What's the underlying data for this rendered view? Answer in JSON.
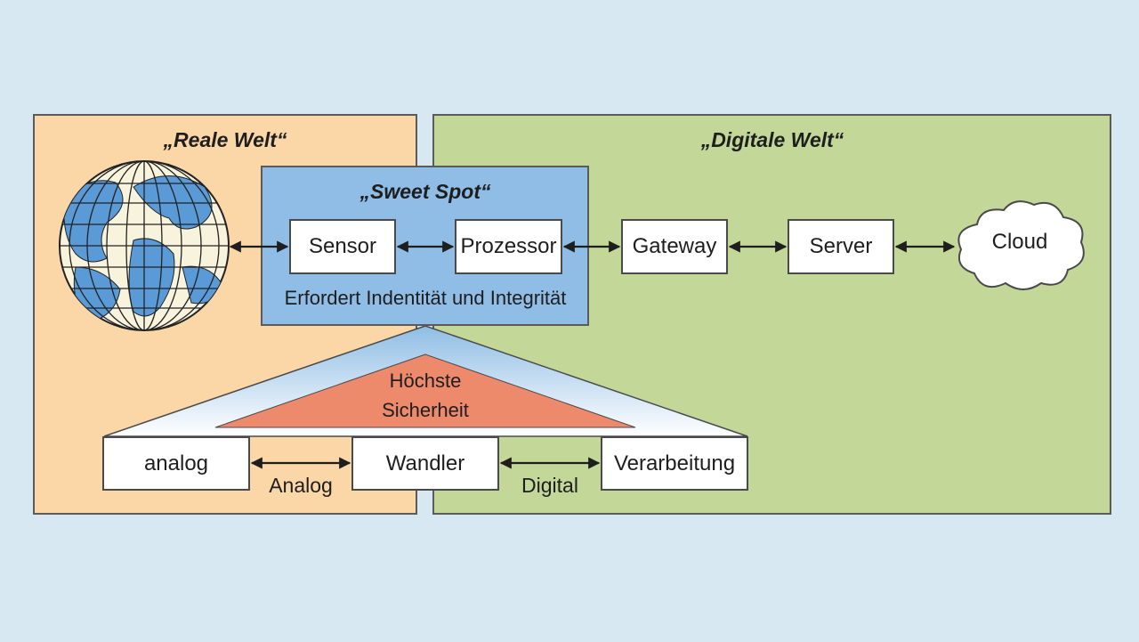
{
  "zones": {
    "real_world": "„Reale Welt“",
    "digital_world": "„Digitale Welt“",
    "sweet_spot": "„Sweet Spot“",
    "sweet_spot_caption": "Erfordert Indentität und Integrität"
  },
  "boxes": {
    "sensor": "Sensor",
    "processor": "Prozessor",
    "gateway": "Gateway",
    "server": "Server",
    "cloud": "Cloud",
    "analog": "analog",
    "converter": "Wandler",
    "processing": "Verarbeitung"
  },
  "triangle": {
    "line1": "Höchste",
    "line2": "Sicherheit"
  },
  "arrow_labels": {
    "analog": "Analog",
    "digital": "Digital"
  },
  "colors": {
    "real_world": "#fbd6a6",
    "digital_world": "#c3d898",
    "sweet_spot": "#8fbde5",
    "security": "#ee8a6c",
    "background": "#d7e8f3"
  }
}
